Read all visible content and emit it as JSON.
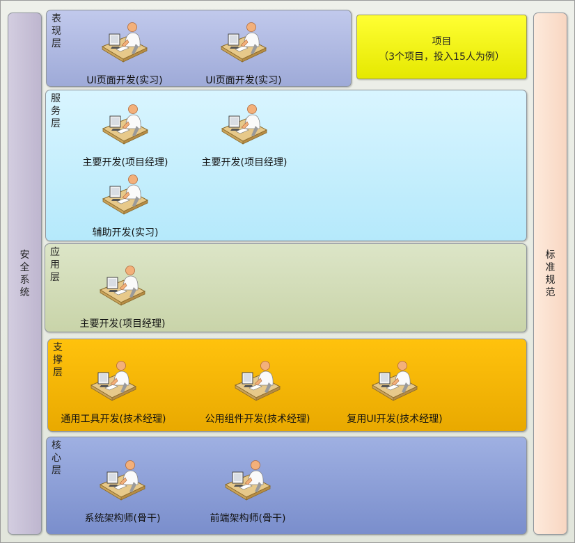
{
  "side_left": "安全系统",
  "side_right": "标准规范",
  "project": {
    "title": "项目",
    "subtitle": "（3个项目，投入15人为例）"
  },
  "layers": [
    {
      "title": "表现层",
      "color": "#abb5e0",
      "members": [
        "UI页面开发(实习)",
        "UI页面开发(实习)"
      ]
    },
    {
      "title": "服务层",
      "color": "#c9f1ff",
      "members": [
        "主要开发(项目经理)",
        "主要开发(项目经理)",
        "辅助开发(实习)"
      ]
    },
    {
      "title": "应用层",
      "color": "#d6dfbd",
      "members": [
        "主要开发(项目经理)"
      ]
    },
    {
      "title": "支撑层",
      "color": "#f5b800",
      "members": [
        "通用工具开发(技术经理)",
        "公用组件开发(技术经理)",
        "复用UI开发(技术经理)"
      ]
    },
    {
      "title": "核心层",
      "color": "#8b9ed6",
      "members": [
        "系统架构师(骨干)",
        "前端架构师(骨干)"
      ]
    }
  ],
  "colors": {
    "side_left": "#c7bfd6",
    "side_right": "#fce2d2",
    "project": "#ffff33"
  }
}
